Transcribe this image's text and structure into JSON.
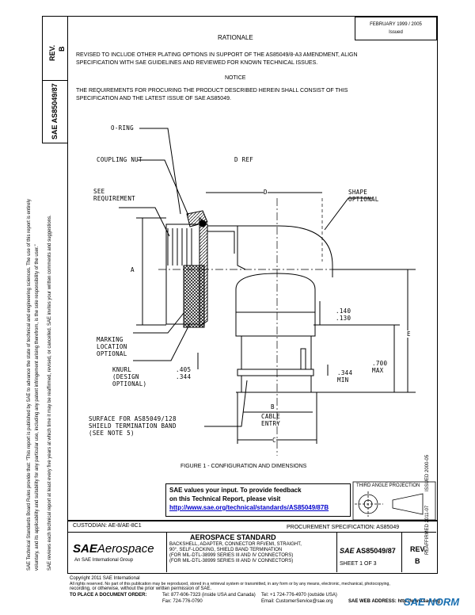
{
  "side": {
    "rev_label": "REV.",
    "rev_value": "B",
    "doc_number": "AS85049/87",
    "sae_mark": "SAE",
    "legal_1": "SAE Technical Standards Board Rules provide that: \"This report is published by SAE to advance the state of technical and engineering sciences. The use of this report is entirely",
    "legal_2": "voluntary, and its applicability and suitability for any particular use, including any patent infringement arising therefrom, is the sole responsibility of the user.\"",
    "legal_3": "SAE reviews each technical report at least every five years at which time it may be reaffirmed, revised, or cancelled. SAE invites your written comments and suggestions."
  },
  "header": {
    "rationale_title": "RATIONALE",
    "date_issued": "Issued",
    "date_stamp": "FEBRUARY 1999 / 2005",
    "rationale_text_1": "REVISED TO INCLUDE OTHER PLATING OPTIONS IN SUPPORT OF THE AS85049/8-A3 AMENDMENT, ALIGN",
    "rationale_text_2": "SPECIFICATION WITH SAE GUIDELINES AND REVIEWED FOR KNOWN TECHNICAL ISSUES.",
    "notice_title": "NOTICE",
    "notice_text_1": "THE REQUIREMENTS FOR PROCURING THE PRODUCT DESCRIBED HEREIN SHALL CONSIST OF THIS",
    "notice_text_2": "SPECIFICATION AND THE LATEST ISSUE OF SAE AS85049."
  },
  "drawing": {
    "oring": "O-RING",
    "coupling_nut": "COUPLING NUT",
    "d_ref": "D REF",
    "see_req": "SEE\nREQUIREMENT",
    "d_dim": "D",
    "shape_optional": "SHAPE\nOPTIONAL",
    "a_dim": "A",
    "marking": "MARKING\nLOCATION\nOPTIONAL",
    "knurl": "KNURL\n(DESIGN\nOPTIONAL)",
    "dim_140": ".140\n.130",
    "e_dim": "E",
    "dim_405": ".405\n.344",
    "dim_344": ".344\nMIN",
    "dim_700": ".700\nMAX",
    "surface": "SURFACE FOR AS85049/128\nSHIELD TERMINATION BAND\n(SEE NOTE 5)",
    "b_dim": "B",
    "cable_entry": "CABLE\nENTRY",
    "c_dim": "C",
    "figure_caption": "FIGURE 1 - CONFIGURATION AND DIMENSIONS",
    "third_angle": "THIRD ANGLE PROJECTION"
  },
  "feedback": {
    "line_1": "SAE values your input. To provide feedback",
    "line_2": "on this Technical Report, please visit",
    "url": "http://www.sae.org/technical/standards/AS85049/87B"
  },
  "right_margin": {
    "reaffirmed": "REAFFIRMED 2011-07",
    "issued": "ISSUED 2000-05"
  },
  "title_block": {
    "custodian": "CUSTODIAN: AE-8/AE-8C1",
    "procurement": "PROCUREMENT SPECIFICATION: AS85049",
    "brand_bold": "SAE",
    "brand_italic": "Aerospace",
    "brand_sub": "An SAE International Group",
    "standard_title": "AEROSPACE STANDARD",
    "desc_1": "BACKSHELL, ADAPTER, CONNECTOR RFI/EMI, STRAIGHT,",
    "desc_2": "90°, SELF-LOCKING, SHIELD BAND TERMINATION",
    "desc_3": "(FOR MIL-DTL-38999 SERIES III AND IV CONNECTORS)",
    "desc_4": "(FOR MIL-DTL-38999 SERIES III AND IV CONNECTORS)",
    "doc_id": "AS85049/87",
    "sheet": "SHEET 1 OF 3",
    "rev_label": "REV.",
    "rev_value": "B"
  },
  "footer": {
    "copyright": "Copyright 2011 SAE International",
    "rights_1": "All rights reserved. No part of this publication may be reproduced, stored in a retrieval system or transmitted, in any form or by any means, electronic, mechanical, photocopying,",
    "rights_2": "recording, or otherwise, without the prior written permission of SAE.",
    "order_label": "TO PLACE A DOCUMENT ORDER:",
    "tel_1": "Tel: 877-606-7323 (inside USA and Canada)",
    "tel_2": "Tel: +1 724-776-4970 (outside USA)",
    "fax": "Fax: 724-776-0790",
    "email": "Email: CustomerService@sae.org",
    "web": "SAE WEB ADDRESS: http://www.sae.org",
    "watermark": "SAE NORM"
  }
}
